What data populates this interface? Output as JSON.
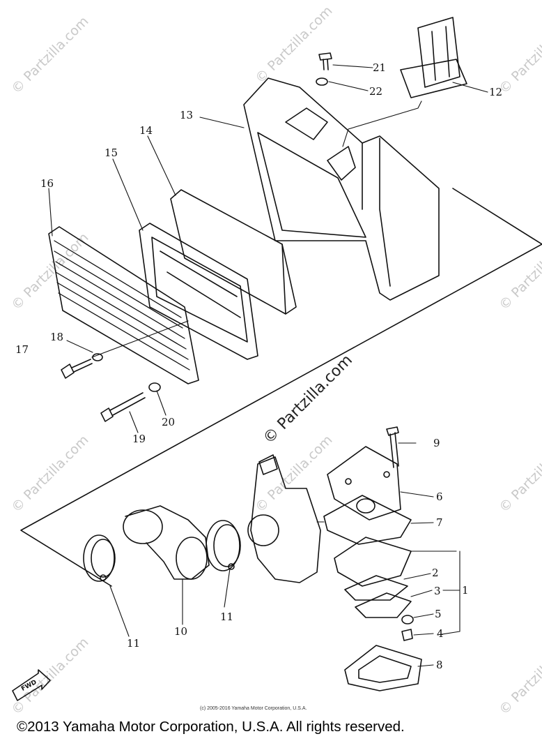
{
  "watermarks": {
    "faint": "© Partzilla.com",
    "center": "© Partzilla.com"
  },
  "callouts": {
    "c1": "1",
    "c2": "2",
    "c3": "3",
    "c4": "4",
    "c5": "5",
    "c6": "6",
    "c7": "7",
    "c8": "8",
    "c9": "9",
    "c10": "10",
    "c11a": "11",
    "c11b": "11",
    "c12": "12",
    "c13": "13",
    "c14": "14",
    "c15": "15",
    "c16": "16",
    "c17": "17",
    "c18": "18",
    "c19": "19",
    "c20": "20",
    "c21": "21",
    "c22": "22"
  },
  "fwd_label": "FWD",
  "small_copyright": "(c) 2005-2016 Yamaha Motor Corporation, U.S.A.",
  "copyright": "©2013 Yamaha Motor Corporation, U.S.A. All rights reserved."
}
